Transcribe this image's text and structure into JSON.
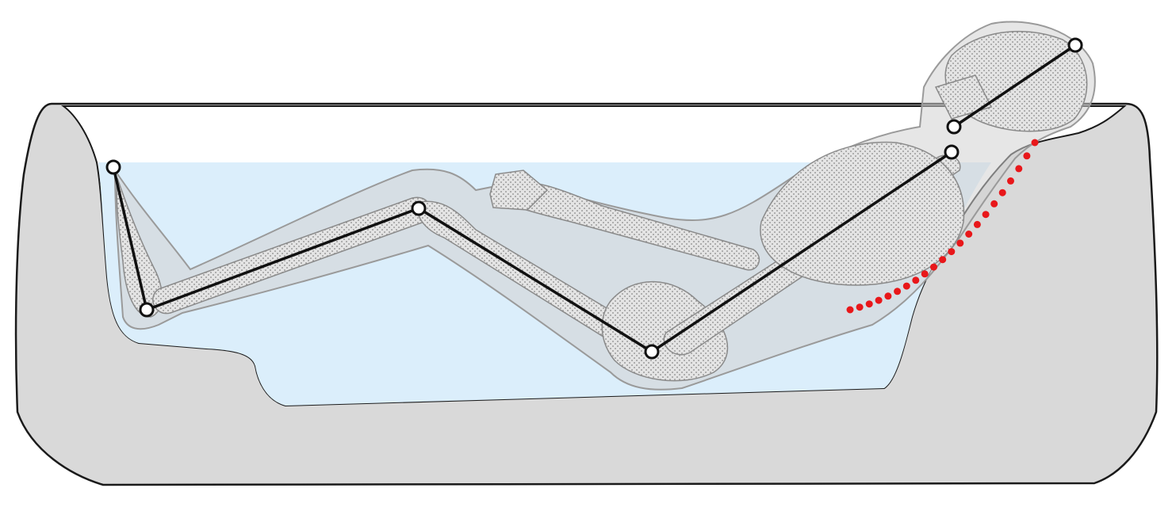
{
  "diagram": {
    "colors": {
      "tub": "#d9d9d9",
      "tub_outline": "#1a1a1a",
      "water": "#dbeefb",
      "body": "#d2d2d2",
      "body_outline": "#9a9a9a",
      "skeleton_line": "#111111",
      "joint_fill": "#ffffff",
      "contact_dots": "#e8171a"
    },
    "elements": [
      "bathtub",
      "water",
      "body-silhouette",
      "skeleton-linkage",
      "back-contact-dots"
    ],
    "contact_dot_count": 22
  }
}
